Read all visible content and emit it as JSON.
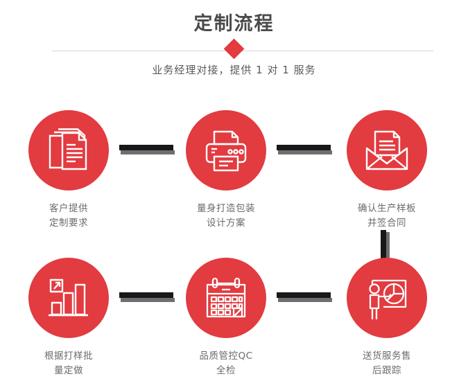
{
  "header": {
    "title": "定制流程",
    "subtitle": "业务经理对接，提供 1 对 1 服务",
    "divider_icon": "diamond-icon",
    "accent_color": "#e23b40",
    "divider_color": "#d5d5d5",
    "title_color": "#4a4a4a",
    "subtitle_color": "#5a5a5a"
  },
  "flow": {
    "connector_color": "#18181a",
    "connector_shadow_color": "#6e6e70",
    "label_color": "#6b6b6b",
    "steps": [
      {
        "index": 1,
        "icon": "documents-stack-icon",
        "label": "客户提供\n定制要求"
      },
      {
        "index": 2,
        "icon": "printer-icon",
        "label": "量身打造包装\n设计方案"
      },
      {
        "index": 3,
        "icon": "envelope-letter-icon",
        "label": "确认生产样板\n并签合同"
      },
      {
        "index": 4,
        "icon": "bar-chart-growth-icon",
        "label": "根据打样批\n量定做"
      },
      {
        "index": 5,
        "icon": "calendar-check-icon",
        "label": "品质管控QC\n全检"
      },
      {
        "index": 6,
        "icon": "presenter-pie-chart-icon",
        "label": "送货服务售\n后跟踪"
      }
    ],
    "connectors": [
      {
        "name": "connector-step1-step2",
        "orientation": "horizontal"
      },
      {
        "name": "connector-step2-step3",
        "orientation": "horizontal"
      },
      {
        "name": "connector-step3-step4",
        "orientation": "vertical"
      },
      {
        "name": "connector-step4-step5",
        "orientation": "horizontal"
      },
      {
        "name": "connector-step5-step6",
        "orientation": "horizontal"
      }
    ]
  }
}
